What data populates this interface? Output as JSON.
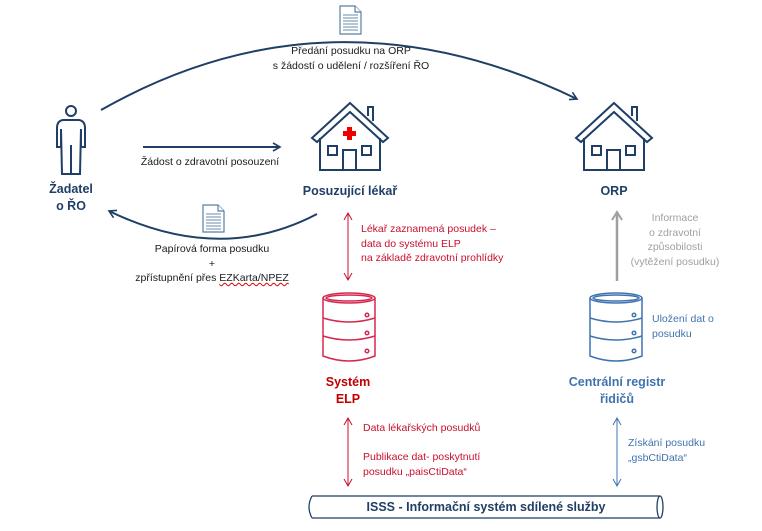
{
  "colors": {
    "navy": "#1f3f66",
    "red": "#c8102e",
    "blue": "#3f73b0",
    "gray": "#a0a0a0"
  },
  "nodes": {
    "applicant": {
      "line1": "Žadatel",
      "line2": "o ŘO",
      "icon": "person-icon"
    },
    "doctor": {
      "label": "Posuzující lékař",
      "icon": "house-medical-icon"
    },
    "orp": {
      "label": "ORP",
      "icon": "house-icon"
    },
    "elp": {
      "line1": "Systém",
      "line2": "ELP",
      "icon": "database-icon"
    },
    "registry": {
      "line1": "Centrální registr",
      "line2": "řidičů",
      "icon": "database-icon"
    },
    "isss": {
      "label": "ISSS - Informační systém sdílené služby"
    }
  },
  "edges": {
    "handover": {
      "line1": "Předání posudku na ORP",
      "line2": "s žádostí o udělení / rozšíření ŘO",
      "icon": "document-icon"
    },
    "request": {
      "label": "Žádost o zdravotní posouzení"
    },
    "paper": {
      "line1": "Papírová forma posudku",
      "line2": "+",
      "line3_prefix": "zpřístupnění přes ",
      "line3_link": "EZKarta/NPEZ",
      "icon": "document-icon"
    },
    "record": {
      "line1": "Lékař zaznamená posudek –",
      "line2": "data do systému ELP",
      "line3": "na základě zdravotní prohlídky"
    },
    "info": {
      "line1": "Informace",
      "line2": "o zdravotní",
      "line3": "způsobilosti",
      "line4": "(vytěžení posudku)"
    },
    "store": {
      "line1": "Uložení dat o",
      "line2": "posudku"
    },
    "publish": {
      "line1": "Data lékařských posudků",
      "line2": "Publikace dat- poskytnutí",
      "line3": "posudku „paisCtiData“"
    },
    "obtain": {
      "line1": "Získání posudku",
      "line2": "„gsbCtiData“"
    }
  }
}
